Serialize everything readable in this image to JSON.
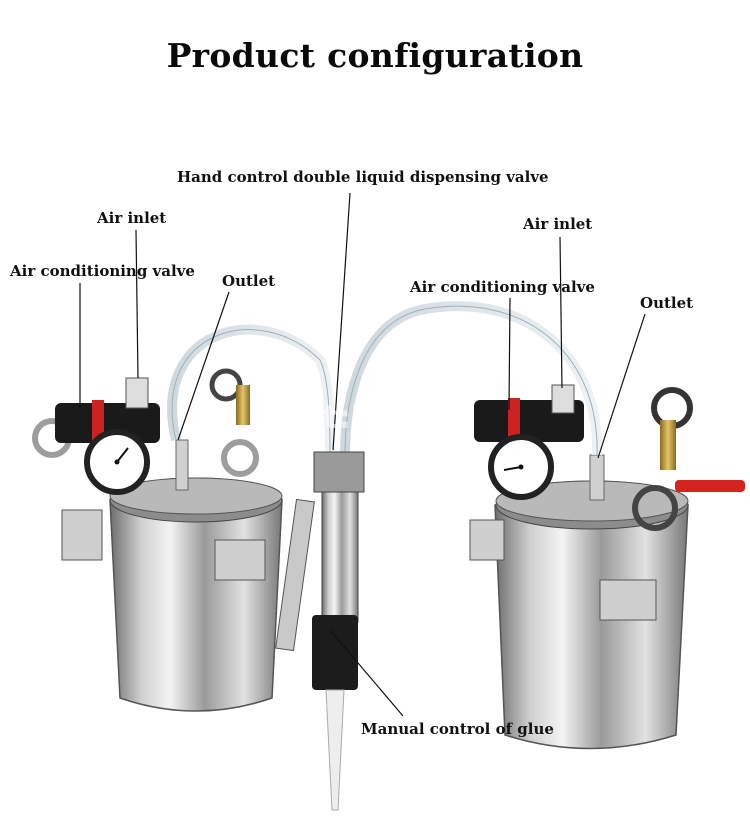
{
  "title": "Product configuration",
  "labels": {
    "valve": "Hand control double liquid dispensing valve",
    "left_air_inlet": "Air inlet",
    "left_air_conditioning": "Air conditioning valve",
    "left_outlet": "Outlet",
    "right_air_inlet": "Air inlet",
    "right_air_conditioning": "Air conditioning valve",
    "right_outlet": "Outlet",
    "manual_control": "Manual control of glue"
  },
  "watermark": "Chat:7564"
}
